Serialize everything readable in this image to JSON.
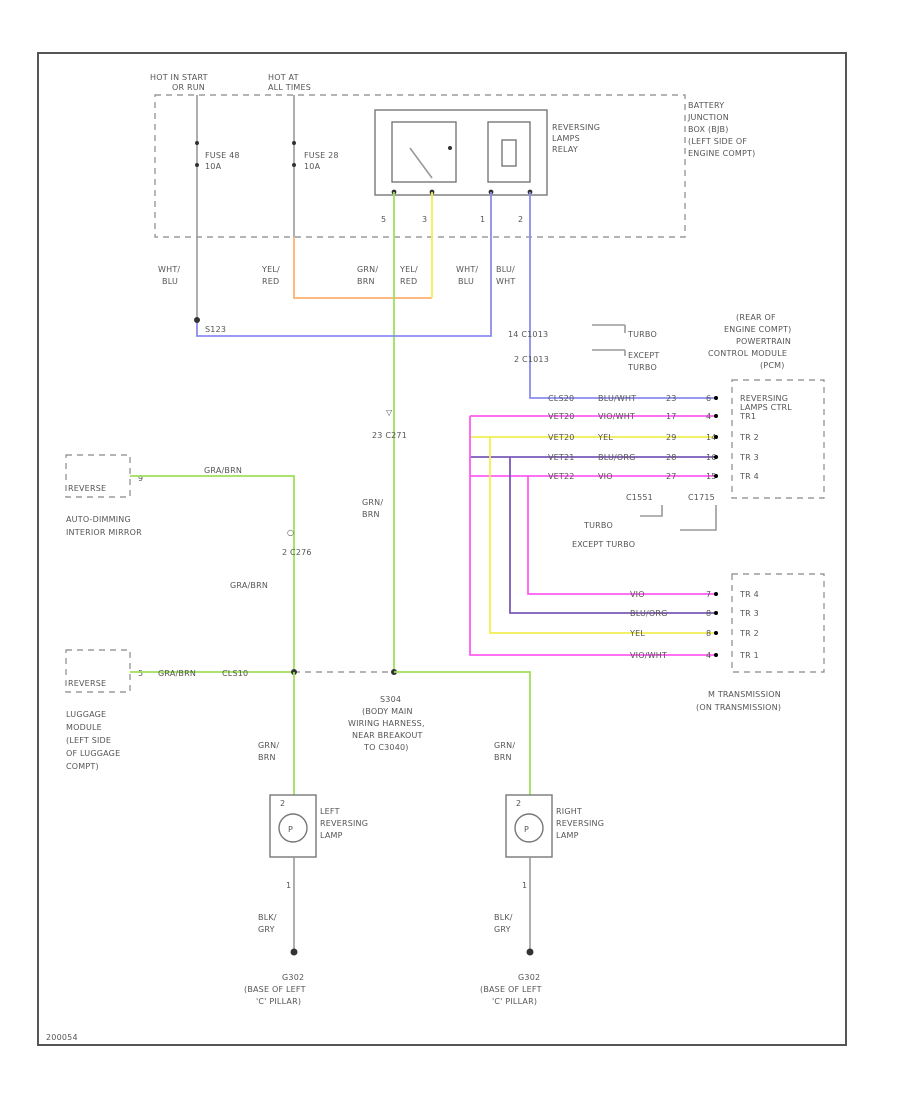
{
  "colors": {
    "green": "#9ee05a",
    "orange": "#ffb070",
    "yellow": "#f2ee50",
    "blue": "#8c8cf0",
    "magenta": "#ff5cf0",
    "violet": "#7a5ab8",
    "gray": "#9a9a9a"
  },
  "battery_jb": {
    "hot_start": [
      "HOT IN START",
      "OR RUN"
    ],
    "hot_all": [
      "HOT AT",
      "ALL TIMES"
    ],
    "fuse48": [
      "FUSE 48",
      "10A"
    ],
    "fuse28": [
      "FUSE 28",
      "10A"
    ],
    "relay": [
      "REVERSING",
      "LAMPS",
      "RELAY"
    ],
    "label": [
      "BATTERY",
      "JUNCTION",
      "BOX (BJB)",
      "(LEFT SIDE OF",
      "ENGINE COMPT)"
    ],
    "pins": [
      "5",
      "3",
      "1",
      "2"
    ]
  },
  "wires": {
    "w1": [
      "WHT/",
      "BLU"
    ],
    "w2": [
      "YEL/",
      "RED"
    ],
    "w3": [
      "GRN/",
      "BRN"
    ],
    "w4": [
      "YEL/",
      "RED"
    ],
    "w5": [
      "WHT/",
      "BLU"
    ],
    "w6": [
      "BLU/",
      "WHT"
    ]
  },
  "splice_s123": "S123",
  "c1013": {
    "c1": "14  C1013",
    "turbo": "TURBO",
    "c2": "2  C1013",
    "except": [
      "EXCEPT",
      "TURBO"
    ]
  },
  "pcm": {
    "label": [
      "(REAR OF",
      "ENGINE COMPT)",
      "POWERTRAIN",
      "CONTROL MODULE",
      "(PCM)"
    ],
    "circuits": [
      {
        "circuit": "CLS20",
        "color": "BLU/WHT",
        "pin": "23",
        "c": "6",
        "name": "REVERSING"
      },
      {
        "circuit": "VET20",
        "color": "VIO/WHT",
        "pin": "17",
        "c": "4",
        "name": "TR1"
      },
      {
        "circuit": "VET20",
        "color": "YEL",
        "pin": "29",
        "c": "14",
        "name": "TR 2"
      },
      {
        "circuit": "VET21",
        "color": "BLU/ORG",
        "pin": "28",
        "c": "16",
        "name": "TR 3"
      },
      {
        "circuit": "VET22",
        "color": "VIO",
        "pin": "27",
        "c": "15",
        "name": "TR 4"
      }
    ],
    "lamps_ctrl": "LAMPS CTRL",
    "c1": "C1551",
    "c2": "C1715",
    "turbo": "TURBO",
    "except": "EXCEPT TURBO"
  },
  "c271": "23  C271",
  "mirror": {
    "name": "REVERSE",
    "pin": "9",
    "wire": "GRA/BRN",
    "label": [
      "AUTO-DIMMING",
      "INTERIOR MIRROR"
    ]
  },
  "c276": "2  C276",
  "gra_brn": "GRA/BRN",
  "grn_brn_mid": [
    "GRN/",
    "BRN"
  ],
  "luggage": {
    "name": "REVERSE",
    "pin": "5",
    "wire1": "GRA/BRN",
    "wire2": "CLS10",
    "label": [
      "LUGGAGE",
      "MODULE",
      "(LEFT SIDE",
      "OF LUGGAGE",
      "COMPT)"
    ]
  },
  "splice_s304": [
    "S304",
    "(BODY MAIN",
    "WIRING HARNESS,",
    "NEAR BREAKOUT",
    "TO C3040)"
  ],
  "transmission": {
    "rows": [
      {
        "color": "VIO",
        "pin": "7",
        "name": "TR 4"
      },
      {
        "color": "BLU/ORG",
        "pin": "8",
        "name": "TR 3"
      },
      {
        "color": "YEL",
        "pin": "8",
        "name": "TR 2"
      },
      {
        "color": "VIO/WHT",
        "pin": "4",
        "name": "TR 1"
      }
    ],
    "label": [
      "M TRANSMISSION",
      "(ON TRANSMISSION)"
    ]
  },
  "lamp_left": {
    "wire": [
      "GRN/",
      "BRN"
    ],
    "pin_top": "2",
    "label": [
      "LEFT",
      "REVERSING",
      "LAMP"
    ],
    "pin_bot": "1",
    "wire_bot": [
      "BLK/",
      "GRY"
    ],
    "ground": [
      "G302",
      "(BASE OF LEFT",
      "'C' PILLAR)"
    ]
  },
  "lamp_right": {
    "wire": [
      "GRN/",
      "BRN"
    ],
    "pin_top": "2",
    "label": [
      "RIGHT",
      "REVERSING",
      "LAMP"
    ],
    "pin_bot": "1",
    "wire_bot": [
      "BLK/",
      "GRY"
    ],
    "ground": [
      "G302",
      "(BASE OF LEFT",
      "'C' PILLAR)"
    ]
  },
  "footer_code": "200054"
}
